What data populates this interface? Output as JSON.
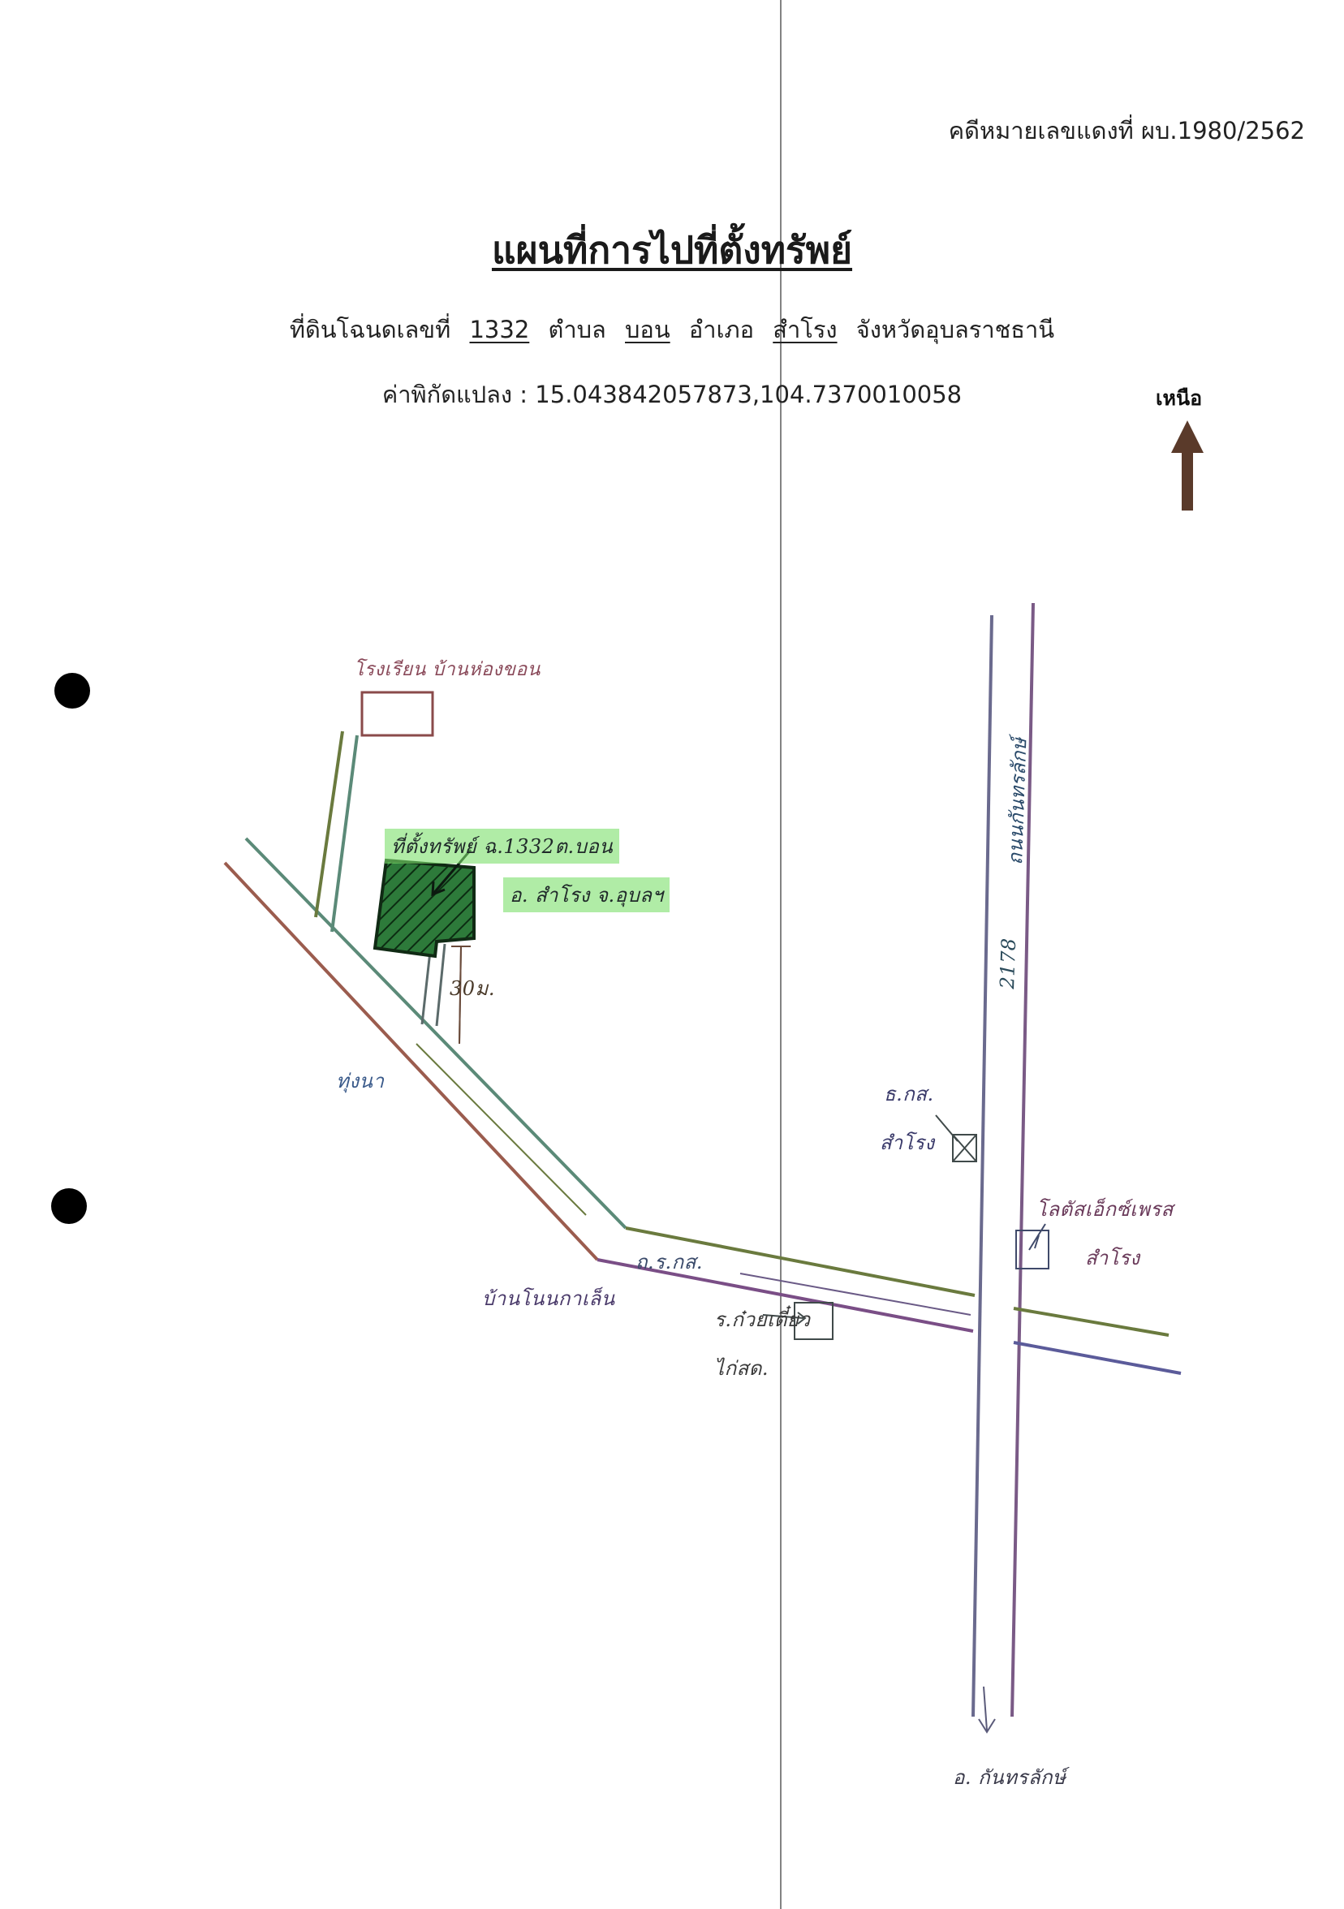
{
  "header": {
    "case_number": "คดีหมายเลขแดงที่ ผบ.1980/2562",
    "title": "แผนที่การไปที่ตั้งทรัพย์",
    "deed_label": "ที่ดินโฉนดเลขที่",
    "deed_number": "1332",
    "subdistrict_label": "ตำบล",
    "subdistrict": "บอน",
    "district_label": "อำเภอ",
    "district": "สำโรง",
    "province": "จังหวัดอุบลราชธานี",
    "coord_label": "ค่าพิกัดแปลง :",
    "coordinates": "15.043842057873,104.7370010058"
  },
  "compass": {
    "label": "เหนือ",
    "arrow_color": "#5a3a2a"
  },
  "map": {
    "property_label_line1": "ที่ตั้งทรัพย์ ฉ.1332ต.บอน",
    "property_label_line2": "อ. สำโรง จ.อุบลฯ",
    "distance": "30ม.",
    "school": "โรงเรียน บ้านห่องขอน",
    "village_upper": "ทุ่งนา",
    "village_lower": "บ้านโนนกาเล็น",
    "road_label": "ถ.ร.กส.",
    "baac_line1": "ธ.กส.",
    "baac_line2": "สำโรง",
    "lotus_line1": "โลตัสเอ็กซ์เพรส",
    "lotus_line2": "สำโรง",
    "shop_line1": "ร.ก๋วยเตี๋ยว",
    "shop_line2": "ไก่สด.",
    "highway_name": "ถนนกันทรลักษ์",
    "highway_number": "2178",
    "to_town": "อ. กันทรลักษ์",
    "highlight_color": "#7ce06a",
    "parcel_fill": "#2d7a3a",
    "road_colors": [
      "#5b8a78",
      "#7a4e86",
      "#6a7a3e",
      "#9b5c4e"
    ]
  }
}
